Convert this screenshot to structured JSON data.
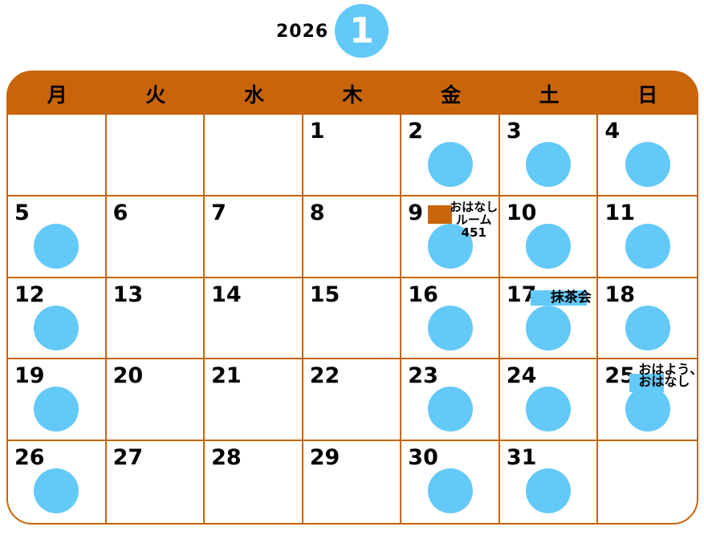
{
  "title": {
    "year": "2026",
    "month": "1"
  },
  "weekday_header": [
    "月",
    "火",
    "水",
    "木",
    "金",
    "土",
    "日"
  ],
  "colors": {
    "orange": "#C8650A",
    "blue": "#63C9F8"
  },
  "calendar": {
    "cells": [
      {
        "day": "",
        "circle": false
      },
      {
        "day": "",
        "circle": false
      },
      {
        "day": "",
        "circle": false
      },
      {
        "day": "1",
        "circle": false
      },
      {
        "day": "2",
        "circle": true
      },
      {
        "day": "3",
        "circle": true
      },
      {
        "day": "4",
        "circle": true
      },
      {
        "day": "5",
        "circle": true
      },
      {
        "day": "6",
        "circle": false
      },
      {
        "day": "7",
        "circle": false
      },
      {
        "day": "8",
        "circle": false
      },
      {
        "day": "9",
        "circle": true,
        "event": "day9"
      },
      {
        "day": "10",
        "circle": true
      },
      {
        "day": "11",
        "circle": true
      },
      {
        "day": "12",
        "circle": true
      },
      {
        "day": "13",
        "circle": false
      },
      {
        "day": "14",
        "circle": false
      },
      {
        "day": "15",
        "circle": false
      },
      {
        "day": "16",
        "circle": true
      },
      {
        "day": "17",
        "circle": true,
        "event": "day17"
      },
      {
        "day": "18",
        "circle": true
      },
      {
        "day": "19",
        "circle": true
      },
      {
        "day": "20",
        "circle": false
      },
      {
        "day": "21",
        "circle": false
      },
      {
        "day": "22",
        "circle": false
      },
      {
        "day": "23",
        "circle": true
      },
      {
        "day": "24",
        "circle": true
      },
      {
        "day": "25",
        "circle": true,
        "event": "day25"
      },
      {
        "day": "26",
        "circle": true
      },
      {
        "day": "27",
        "circle": false
      },
      {
        "day": "28",
        "circle": false
      },
      {
        "day": "29",
        "circle": false
      },
      {
        "day": "30",
        "circle": true
      },
      {
        "day": "31",
        "circle": true
      },
      {
        "day": "",
        "circle": false
      }
    ]
  },
  "events": {
    "day9": {
      "box_style": "orange",
      "lines": [
        "おはなし",
        "ルーム",
        "451"
      ]
    },
    "day17": {
      "box_style": "blue",
      "lines": [
        "抹茶会"
      ]
    },
    "day25": {
      "box_style": "blue",
      "lines": [
        "おはよう、",
        "おはなし"
      ]
    }
  }
}
